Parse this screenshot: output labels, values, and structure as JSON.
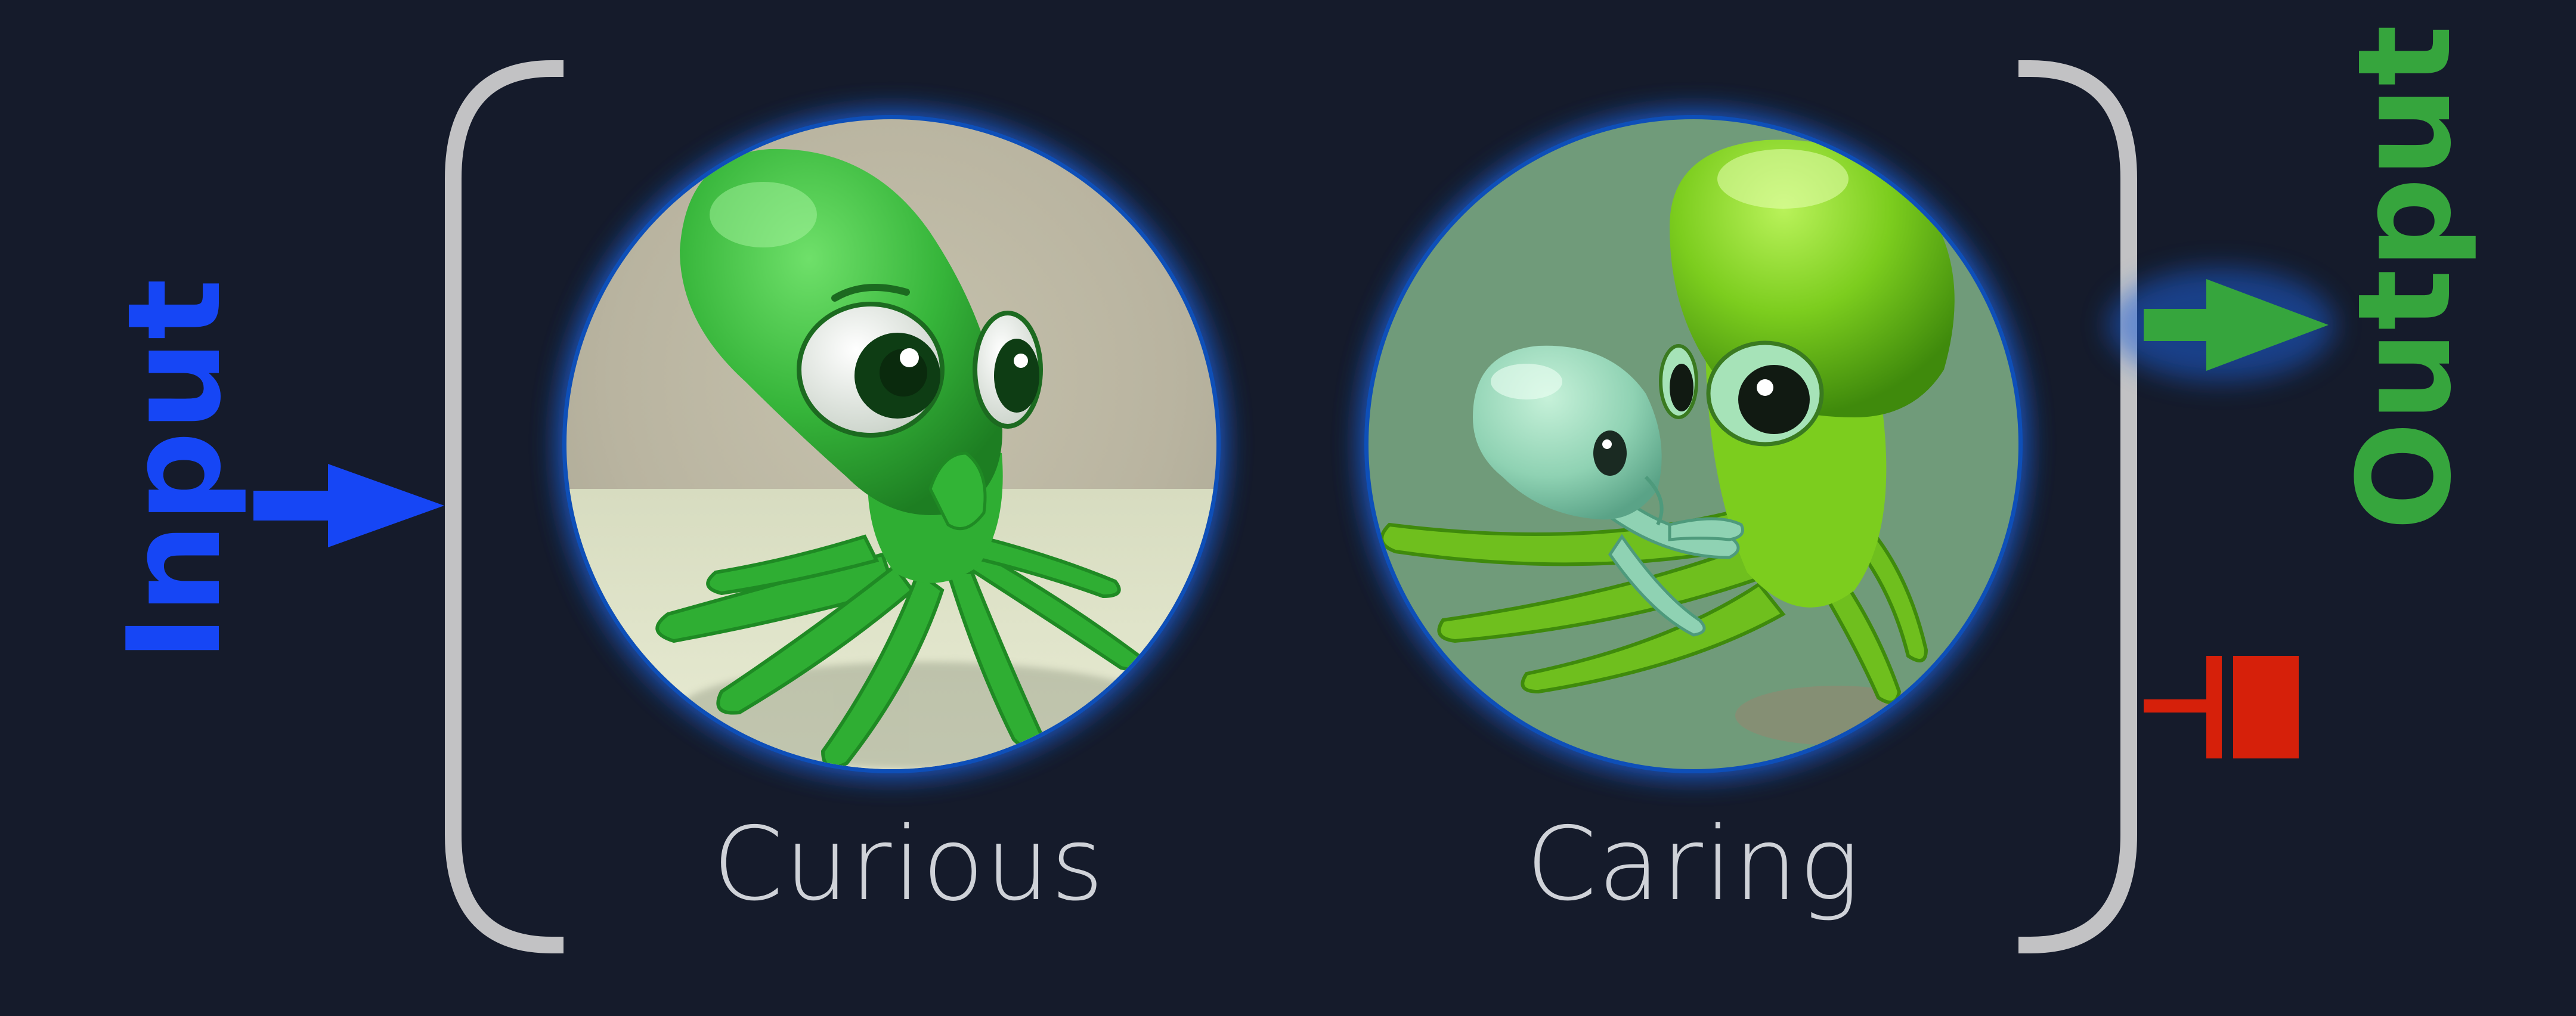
{
  "labels": {
    "input": "Input",
    "output": "Output",
    "left_caption": "Curious",
    "right_caption": "Caring"
  },
  "colors": {
    "background": "#151b2b",
    "input": "#1646f5",
    "output": "#36a53d",
    "blocked": "#d6200a",
    "bracket": "#c2c2c4",
    "halo": "#1a5fd6"
  },
  "panels": [
    {
      "name": "curious-octopus-image",
      "caption": "Curious"
    },
    {
      "name": "caring-octopus-image",
      "caption": "Caring"
    }
  ]
}
